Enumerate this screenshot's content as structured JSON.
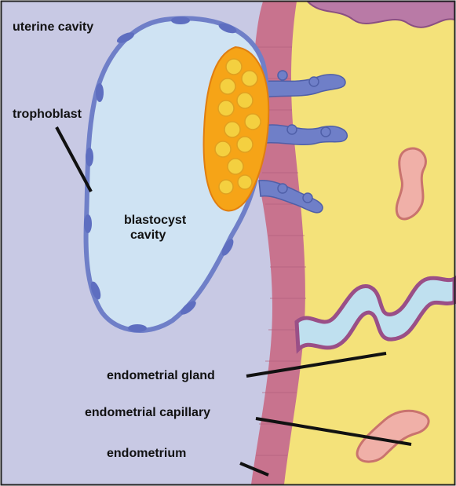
{
  "figure": {
    "labels": {
      "uterine_cavity": "uterine cavity",
      "trophoblast": "trophoblast",
      "blastocyst_cavity_line1": "blastocyst",
      "blastocyst_cavity_line2": "cavity",
      "endometrial_gland": "endometrial gland",
      "endometrial_capillary": "endometrial capillary",
      "endometrium": "endometrium"
    },
    "colors": {
      "uterine_cavity": "#c8c9e4",
      "endometrium_stroma": "#f4e27a",
      "epithelium": "#c8738e",
      "blastocyst_cavity": "#cfe3f3",
      "trophoblast": "#6f7fc8",
      "inner_cell_mass": "#f6a417",
      "gland": "#9a4f87",
      "capillary": "#f0b0a8",
      "border": "#222222"
    }
  }
}
